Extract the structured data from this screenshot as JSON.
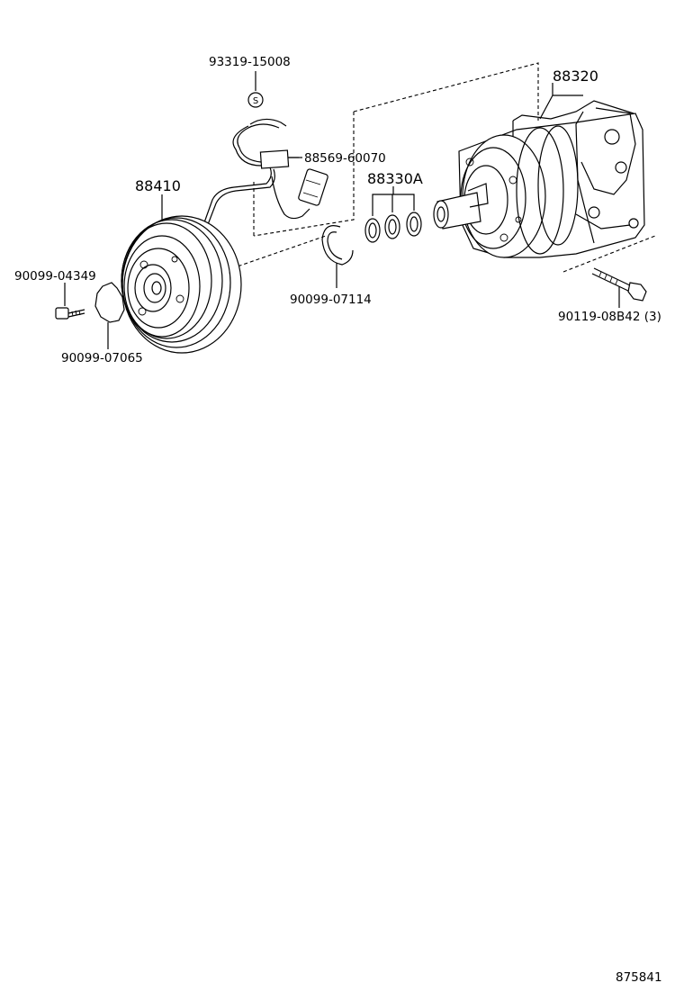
{
  "callouts": {
    "nut_93319": "93319-15008",
    "sensor_88569": "88569-60070",
    "clutch_88410": "88410",
    "compressor_88320": "88320",
    "shims_88330a": "88330A",
    "bolt_90099_04349": "90099-04349",
    "plate_90099_07065": "90099-07065",
    "snap_ring_90099_07114": "90099-07114",
    "bolt_90119": "90119-08B42 (3)",
    "s_mark": "S"
  },
  "diagram_id": "875841"
}
